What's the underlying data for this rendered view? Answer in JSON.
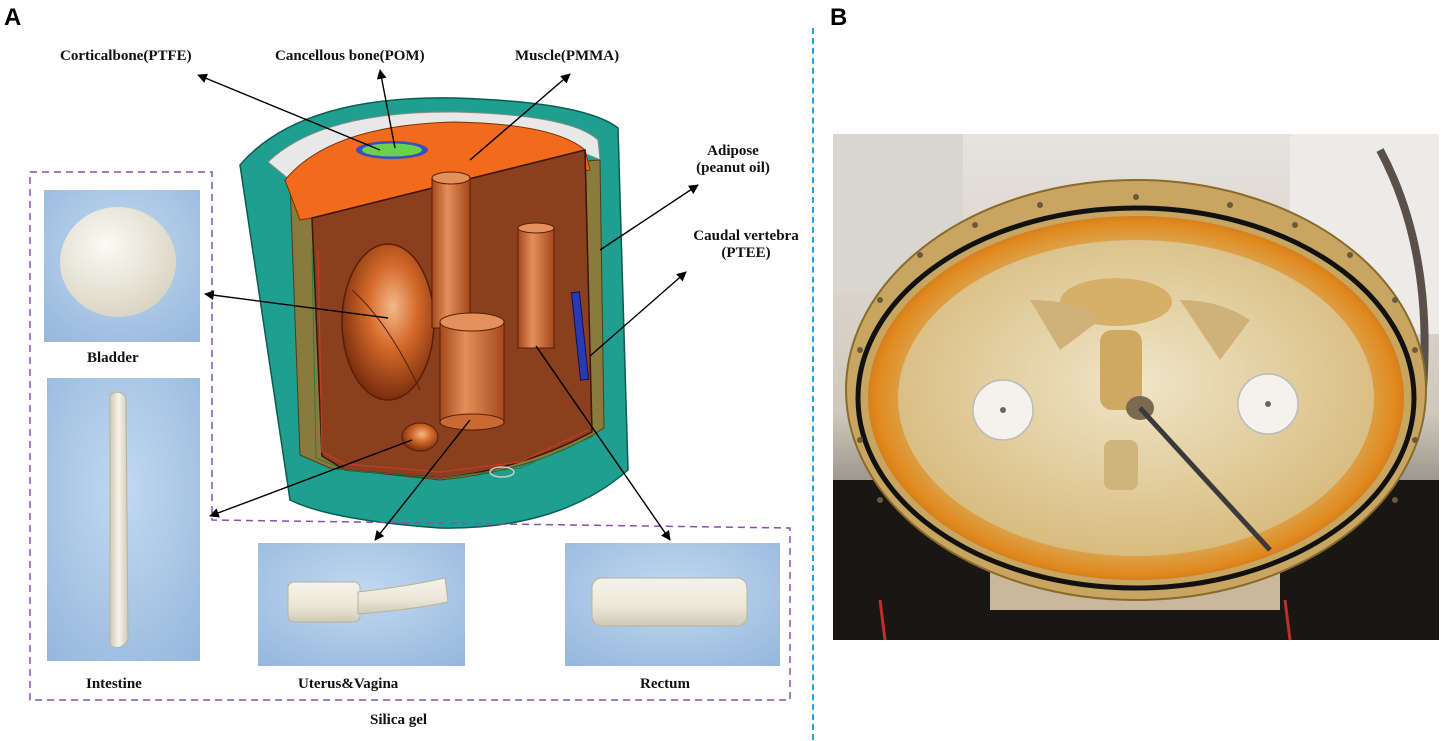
{
  "panel_a": {
    "letter": "A",
    "labels": {
      "cortical": "Corticalbone(PTFE)",
      "cancellous": "Cancellous bone(POM)",
      "muscle": "Muscle(PMMA)",
      "adipose_1": "Adipose",
      "adipose_2": "(peanut oil)",
      "caudal_1": "Caudal vertebra",
      "caudal_2": "(PTEE)"
    },
    "organs": {
      "bladder": "Bladder",
      "intestine": "Intestine",
      "uterus": "Uterus&Vagina",
      "rectum": "Rectum"
    },
    "group_label": "Silica gel"
  },
  "panel_b": {
    "letter": "B"
  },
  "colors": {
    "shell_teal": "#1f9f8f",
    "adipose_olive": "#8a7a3c",
    "muscle_orange": "#f26a1b",
    "organ_brown": "#8a3f1f",
    "organ_copper": "#c96a35",
    "dashed_purple": "#8a4fb0",
    "divider_blue": "#2aa0e0",
    "thumb_blue": "#a9c8e8"
  }
}
